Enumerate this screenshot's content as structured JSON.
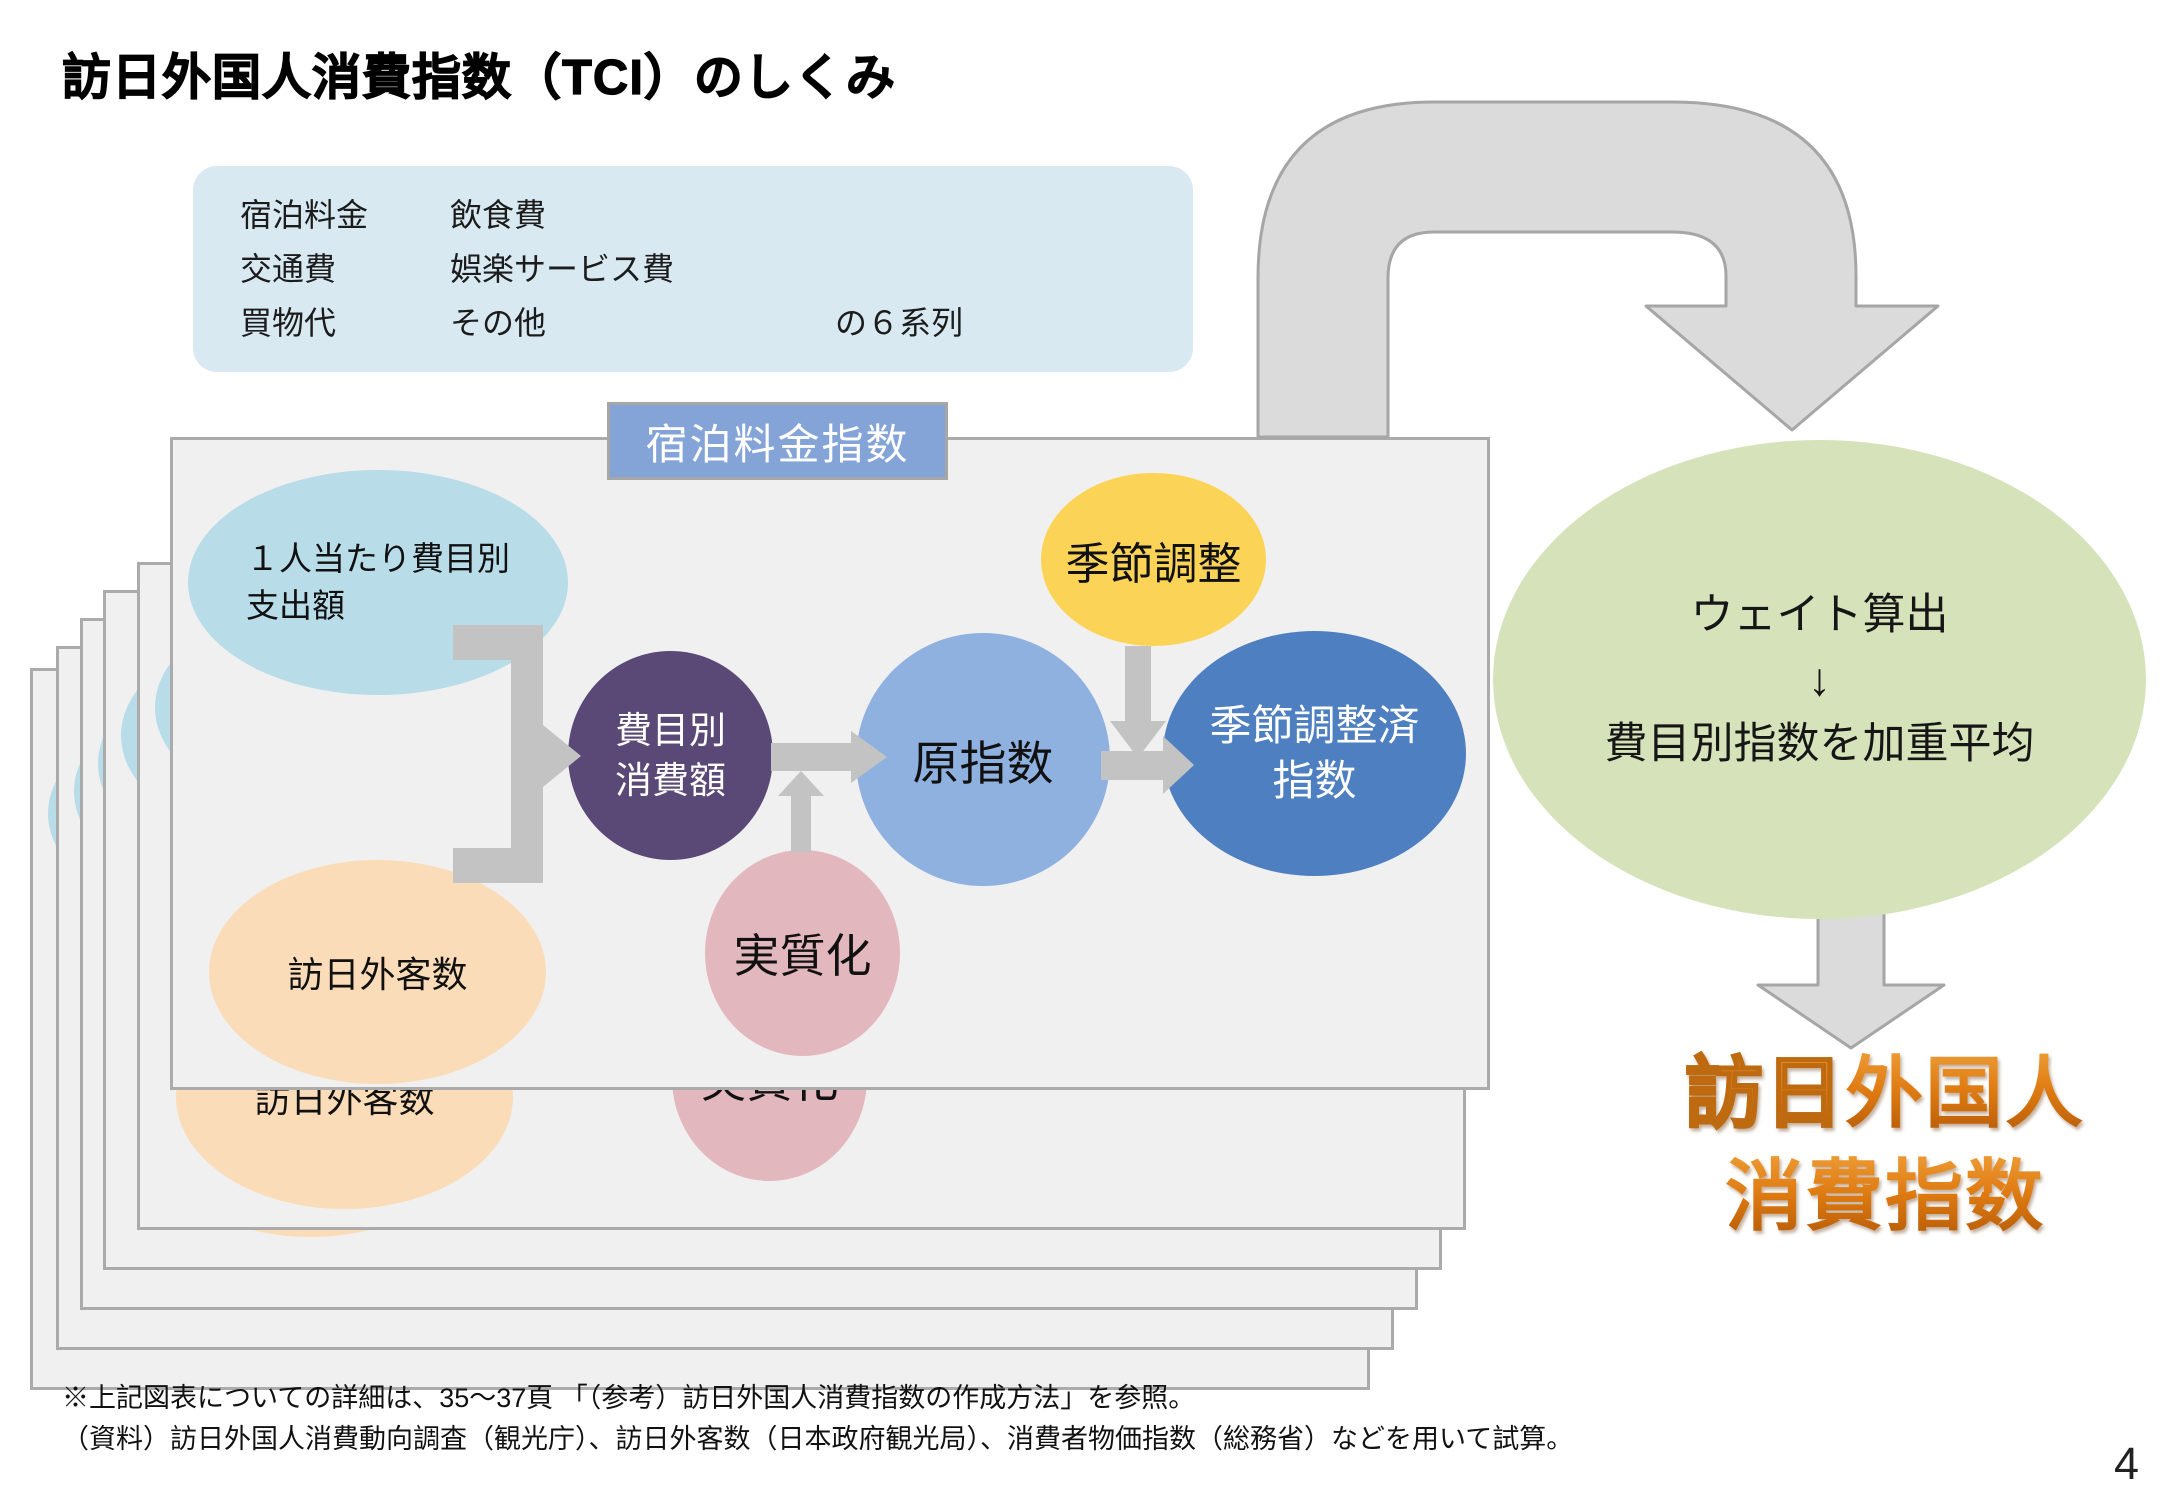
{
  "title": "訪日外国人消費指数（TCI）のしくみ",
  "series_box": {
    "col1": [
      "宿泊料金",
      "交通費",
      "買物代"
    ],
    "col2": [
      "飲食費",
      "娯楽サービス費",
      "その他"
    ],
    "suffix": "の６系列"
  },
  "card_label": "宿泊料金指数",
  "diagram": {
    "per_capita_line1": "１人当たり費目別",
    "per_capita_line2": "支出額",
    "visitors": "訪日外客数",
    "category_line1": "費目別",
    "category_line2": "消費額",
    "deflate": "実質化",
    "raw_index": "原指数",
    "seasonal": "季節調整",
    "seasonal_index_line1": "季節調整済",
    "seasonal_index_line2": "指数"
  },
  "weight": {
    "line1": "ウェイト算出",
    "arrow": "↓",
    "line2": "費目別指数を加重平均"
  },
  "result": {
    "part1": "訪日",
    "part2": "外国人",
    "line2": "消費指数"
  },
  "footnote1": "※上記図表についての詳細は、35～37頁 「（参考）訪日外国人消費指数の作成方法」を参照。",
  "footnote2": "（資料）訪日外国人消費動向調査（観光庁）、訪日外客数（日本政府観光局）、消費者物価指数（総務省）などを用いて試算。",
  "page_number": "4",
  "colors": {
    "series_box_bg": "#D8E9F2",
    "card_bg": "#F1F0F0",
    "card_border": "#ABABAB",
    "label_bg": "#84A4D8",
    "ellipse_lightblue": "#B9DCE9",
    "ellipse_orange": "#FBDCB8",
    "circle_purple": "#5A4977",
    "circle_pink": "#E3B7BE",
    "circle_blue": "#8FB1E0",
    "ellipse_yellow": "#FBD457",
    "ellipse_darkblue": "#4E7FC1",
    "ellipse_green": "#D6E3BA",
    "connector_gray": "#C3C3C3",
    "big_arrow_fill": "#DBDBDB",
    "big_arrow_stroke": "#A6A6A6",
    "result_orange_top": "#F1A23C",
    "result_orange_bottom": "#AE5506"
  }
}
